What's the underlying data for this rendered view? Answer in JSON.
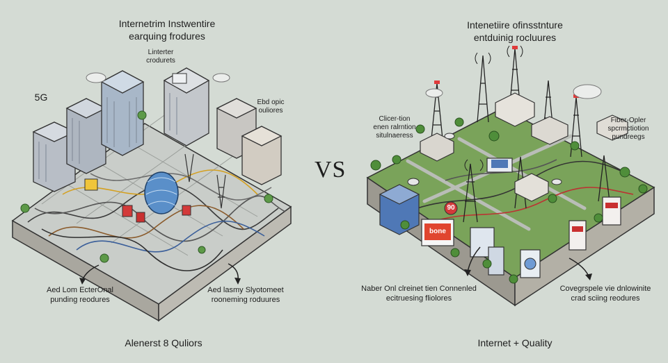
{
  "colors": {
    "background": "#d4dbd4",
    "left_ground": "#c9cdc9",
    "right_ground": "#7aa35a",
    "soil": "#b9b7b0",
    "ink": "#1d1d1d"
  },
  "left": {
    "title_line1": "Internetrim Instwentire",
    "title_line2": "earquing frodures",
    "label_5g": "5G",
    "label_internet_products_line1": "Linterter",
    "label_internet_products_line2": "crodurets",
    "label_fiber_line1": "Ebd opic",
    "label_fiber_line2": "ouliores",
    "caption_left_line1": "Aed Lom EcterOnal",
    "caption_left_line2": "punding reodures",
    "caption_right_line1": "Aed lasmy Slyotomeet",
    "caption_right_line2": "rooneming roduures",
    "footer": "Alenerst 8 Quliors"
  },
  "vs_label": "VS",
  "right": {
    "title_line1": "Intenetiire ofinsstnture",
    "title_line2": "entduinig rocluures",
    "label_city_line1": "Clicer-tion",
    "label_city_line2": "enen ralrntion",
    "label_city_line3": "situlnaeress",
    "label_fiber_line1": "Fiber-Opler",
    "label_fiber_line2": "spcrmctiotion",
    "label_fiber_line3": "pundreegs",
    "caption_left_line1": "Naber Onl clreinet tien Connenled",
    "caption_left_line2": "ecitruesing fliolores",
    "caption_right_line1": "Covegrspele vie dnlowinite",
    "caption_right_line2": "crad sciing reodures",
    "sign_text": "bone",
    "badge_text": "90",
    "footer": "Internet + Quality"
  }
}
